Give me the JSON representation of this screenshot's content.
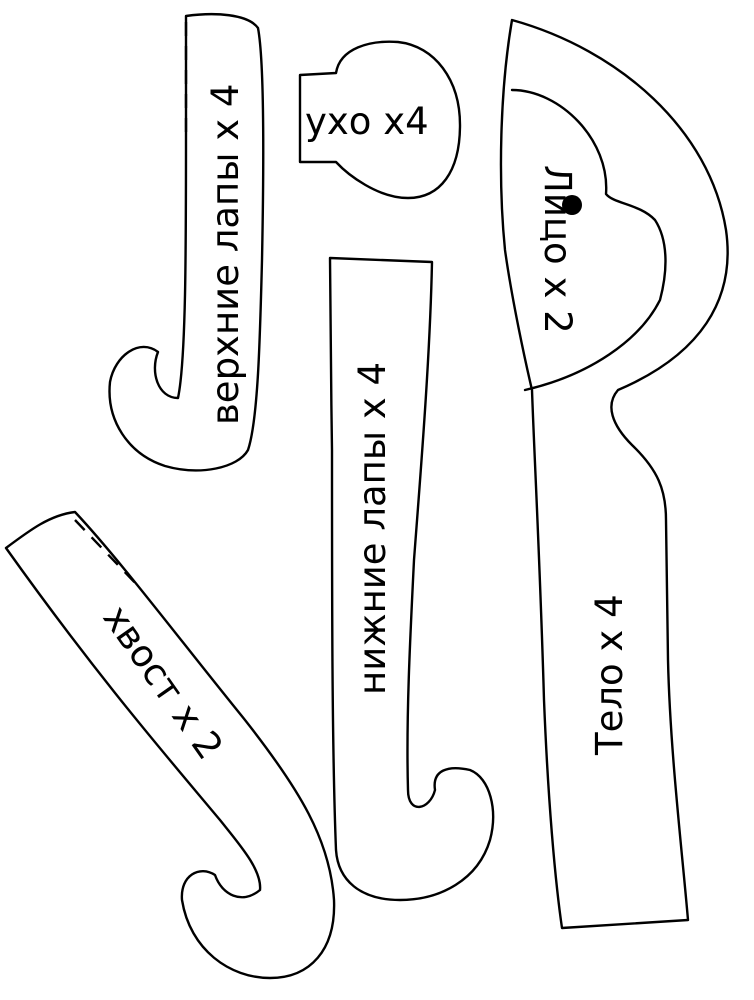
{
  "pieces": {
    "upper_paws": "верхние лапы х 4",
    "ear": "ухо х4",
    "face": "Лицо х 2",
    "lower_paws": "нижние лапы х 4",
    "tail": "хвост х 2",
    "body": "Тело х 4"
  },
  "colors": {
    "line": "#000000",
    "background": "#ffffff"
  }
}
